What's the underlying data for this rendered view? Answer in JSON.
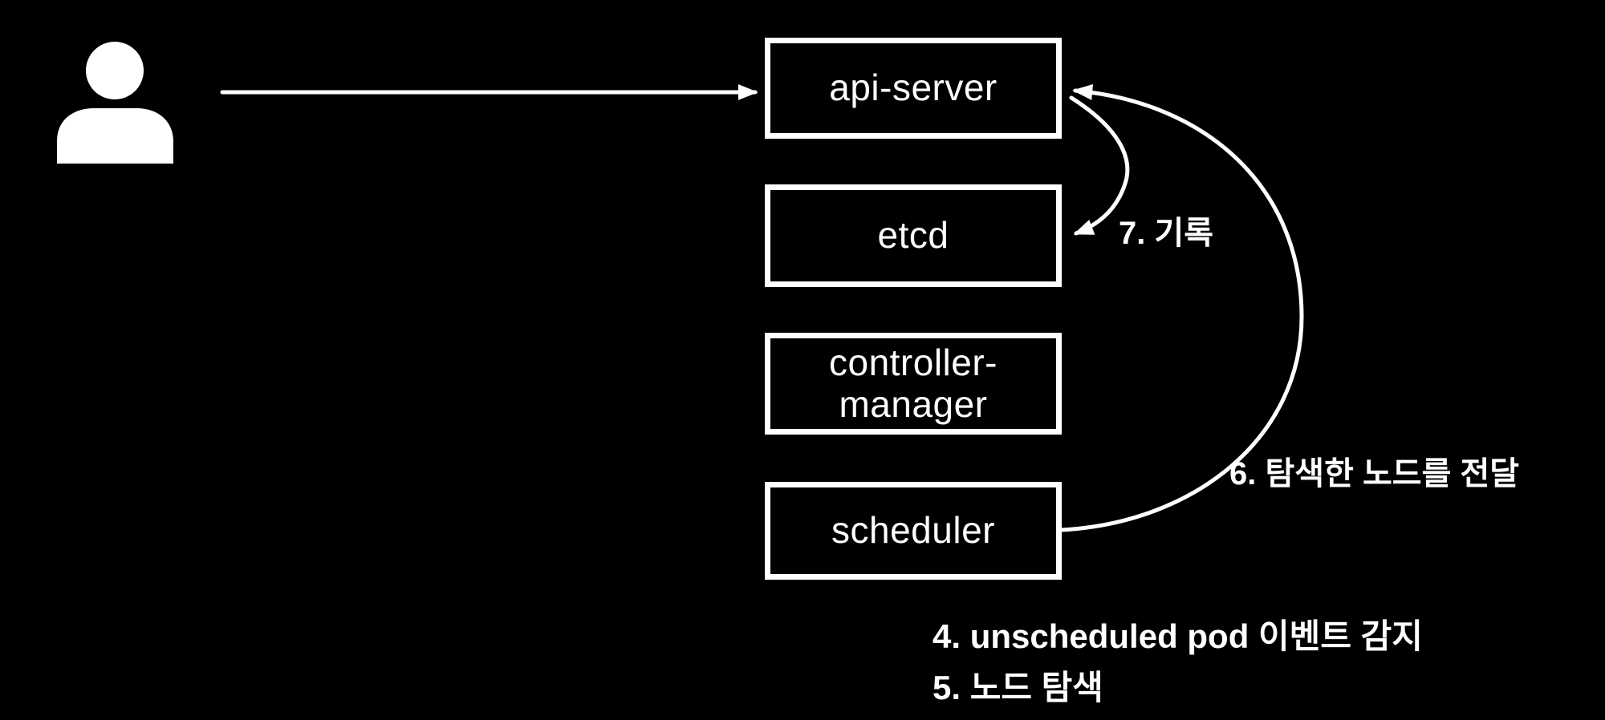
{
  "diagram": {
    "background_color": "#000000",
    "foreground_color": "#ffffff",
    "nodes": {
      "api_server": {
        "label": "api-server"
      },
      "etcd": {
        "label": "etcd"
      },
      "controller_manager": {
        "line1": "controller-",
        "line2": "manager"
      },
      "scheduler": {
        "label": "scheduler"
      }
    },
    "annotations": {
      "write": "7. 기록",
      "deliver_node": "6. 탐색한 노드를 전달",
      "detect_event": "4. unscheduled pod 이벤트 감지",
      "search_node": "5. 노드 탐색"
    },
    "figures": {
      "person": "user-icon"
    },
    "edges": [
      {
        "from": "user",
        "to": "api-server"
      },
      {
        "from": "scheduler",
        "to": "api-server",
        "label": "6. 탐색한 노드를 전달"
      },
      {
        "from": "api-server",
        "to": "etcd",
        "label": "7. 기록"
      }
    ]
  }
}
